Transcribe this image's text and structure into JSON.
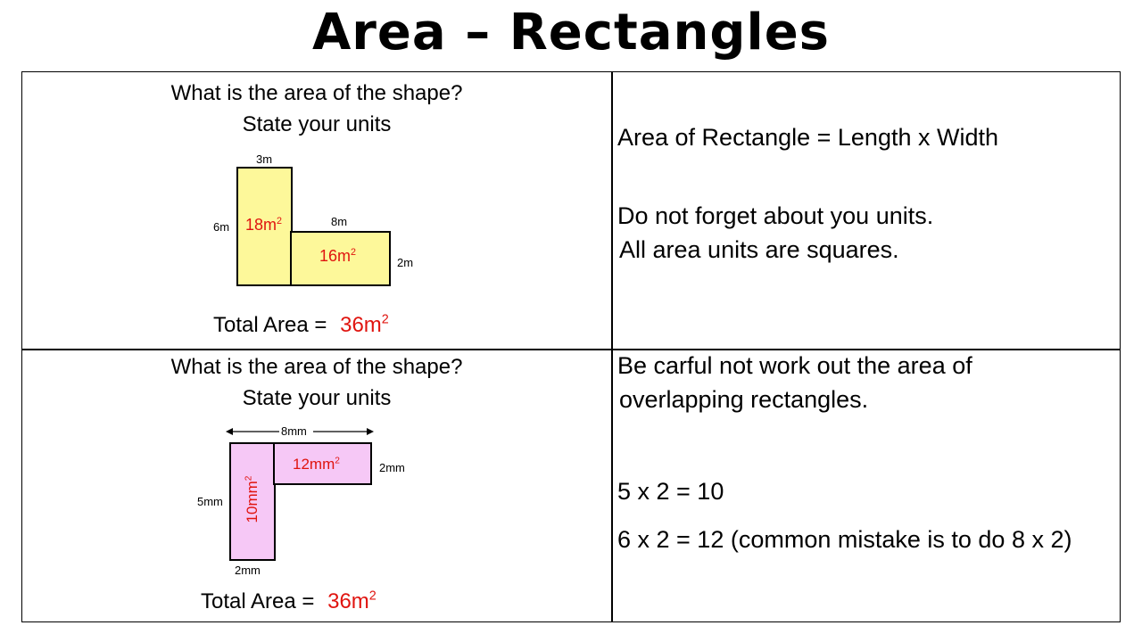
{
  "title": "Area – Rectangles",
  "colors": {
    "red": "#e0140f",
    "yellow": "#fdf89a",
    "pink": "#f6c8f6"
  },
  "q1": {
    "question": "What is the area of the shape?",
    "instruction": "State your units",
    "dim_top": "3m",
    "dim_left": "6m",
    "dim_mid": "8m",
    "dim_right": "2m",
    "area_a": "18m",
    "area_a_exp": "2",
    "area_b": "16m",
    "area_b_exp": "2",
    "total_label": "Total Area =",
    "total_value": "36m",
    "total_exp": "2"
  },
  "q2": {
    "question": "What is the area of the shape?",
    "instruction": "State your units",
    "dim_top": "8mm",
    "dim_right": "2mm",
    "dim_left": "5mm",
    "dim_bottom": "2mm",
    "area_a": "12mm",
    "area_a_exp": "2",
    "area_b": "10mm",
    "area_b_exp": "2",
    "total_label": "Total Area =",
    "total_value": "36m",
    "total_exp": "2"
  },
  "notes": {
    "formula": "Area of Rectangle = Length x Width",
    "units_1": "Do not forget about you units.",
    "units_2": "All area units are squares.",
    "careful_1": "Be carful not work out the area of",
    "careful_2": "overlapping rectangles.",
    "calc_1": "5 x 2 = 10",
    "calc_2": "6 x 2 = 12 (common mistake is to do 8 x 2)"
  }
}
